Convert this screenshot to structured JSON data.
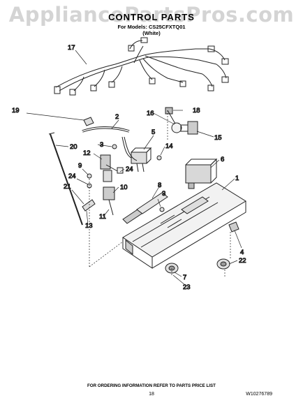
{
  "watermark": "AppliancePartsPros.com",
  "title": "CONTROL PARTS",
  "subtitle_line1": "For Models: CS25CFXTQ01",
  "subtitle_line2": "(White)",
  "callouts": [
    "17",
    "19",
    "2",
    "16",
    "18",
    "20",
    "5",
    "3",
    "14",
    "12",
    "15",
    "6",
    "9",
    "24",
    "21",
    "1",
    "24",
    "10",
    "8",
    "3",
    "11",
    "13",
    "4",
    "7",
    "22",
    "23"
  ],
  "footer": {
    "ordering_info": "FOR ORDERING INFORMATION REFER TO PARTS PRICE LIST",
    "page_number": "18",
    "document_number": "W10276789"
  }
}
